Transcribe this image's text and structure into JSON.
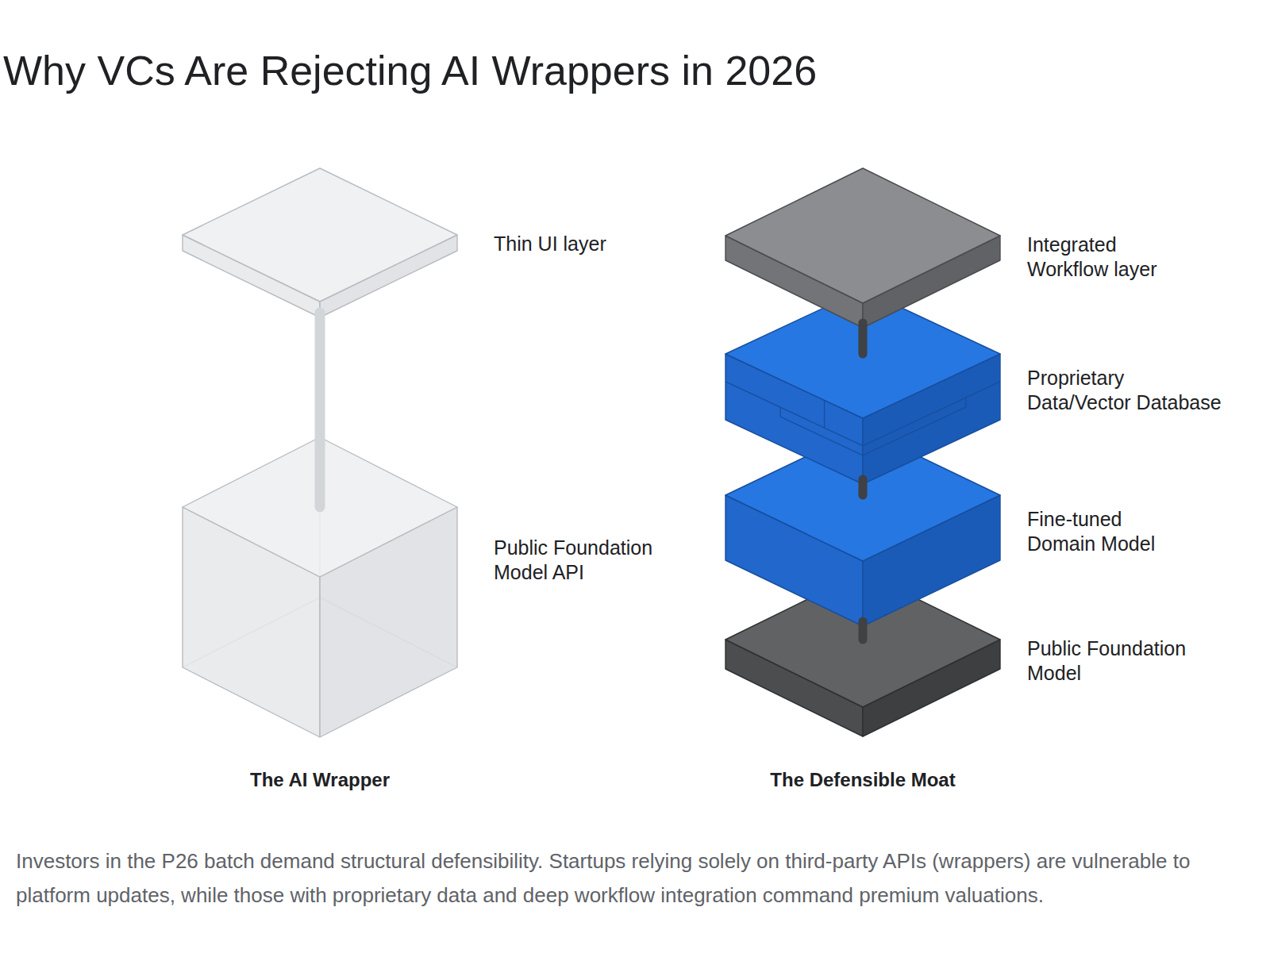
{
  "diagram": {
    "title": "Why VCs Are Rejecting AI Wrappers in 2026",
    "caption": "Investors in the P26 batch demand structural defensibility. Startups relying solely on third-party APIs (wrappers) are vulnerable to platform updates, while those with proprietary data and deep workflow integration command premium valuations.",
    "nodes": [
      {
        "text": [
          "Thin UI layer"
        ]
      },
      {
        "text": [
          "Public Foundation Model API"
        ]
      },
      {
        "text": [
          "Integrated Workflow layer"
        ]
      },
      {
        "text": [
          "Proprietary Data/Vector Database"
        ]
      },
      {
        "text": [
          "Fine-tuned Domain Model"
        ]
      },
      {
        "text": [
          "Public Foundation Model"
        ]
      }
    ],
    "edges": [
      {
        "from": 0,
        "to": 1,
        "arrow": "none"
      },
      {
        "from": 2,
        "to": 3,
        "arrow": "none"
      },
      {
        "from": 3,
        "to": 4,
        "arrow": "none"
      },
      {
        "from": 4,
        "to": 5,
        "arrow": "none"
      }
    ],
    "labels": [
      "The AI Wrapper",
      "The Defensible Moat"
    ]
  }
}
